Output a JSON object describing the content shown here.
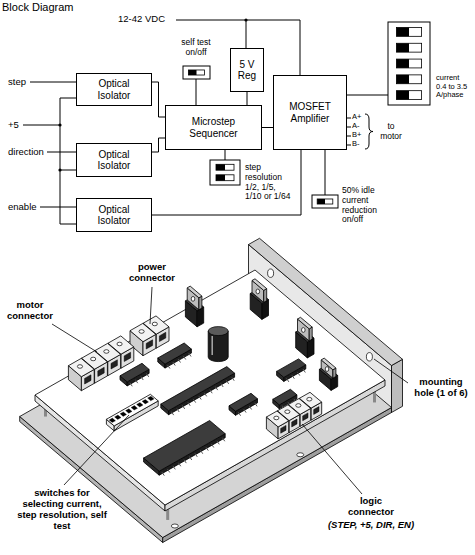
{
  "diagram": {
    "title": "Block Diagram",
    "nodes": [
      {
        "text": [
          "Optical Isolator"
        ]
      },
      {
        "text": [
          "Optical Isolator"
        ]
      },
      {
        "text": [
          "Optical Isolator"
        ]
      },
      {
        "text": [
          "5 V Reg"
        ]
      },
      {
        "text": [
          "Microstep Sequencer"
        ]
      },
      {
        "text": [
          "MOSFET Amplifier"
        ]
      }
    ],
    "edges": [
      {
        "from": 0,
        "to": 4,
        "arrow": "none"
      },
      {
        "from": 1,
        "to": 4,
        "arrow": "none"
      },
      {
        "from": 2,
        "to": 5,
        "arrow": "none"
      },
      {
        "from": 3,
        "to": 4,
        "arrow": "none"
      },
      {
        "from": 4,
        "to": 5,
        "arrow": "none"
      }
    ],
    "labels": [
      "12-42 VDC",
      "self test on/off",
      "current 0.4 to 3.5 A/phase",
      "step",
      "+5",
      "direction",
      "enable",
      "A+",
      "A-",
      "B+",
      "B-",
      "to motor",
      "step resolution 1/2, 1/5, 1/10 or 1/64",
      "50% idle current reduction on/off",
      "power connector",
      "motor connector",
      "switches for selecting current, step resolution, self test",
      "mounting hole (1 of 6)",
      "logic connector",
      "(STEP, +5, DIR, EN)"
    ]
  }
}
